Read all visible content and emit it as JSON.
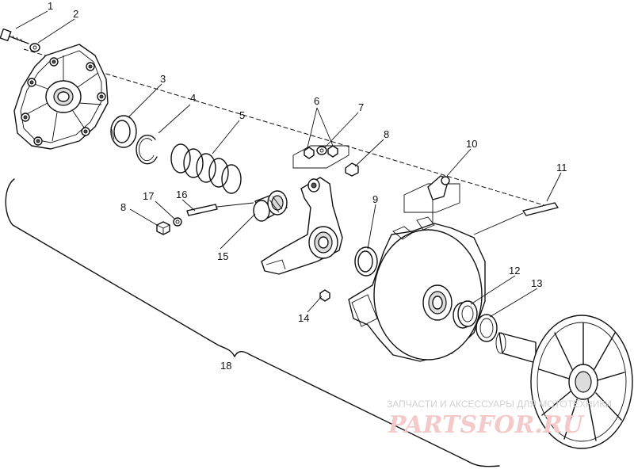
{
  "callouts": [
    "1",
    "2",
    "3",
    "4",
    "5",
    "6",
    "7",
    "8",
    "9",
    "10",
    "11",
    "12",
    "13",
    "14",
    "15",
    "16",
    "17",
    "8",
    "18"
  ],
  "watermark": {
    "caption": "ЗАПЧАСТИ И АКСЕССУАРЫ ДЛЯ МОТОТЕХНИКИ",
    "logo": "PARTSFOR.RU",
    "color": "#e8a0a0"
  },
  "colors": {
    "ink": "#111111",
    "paper": "#ffffff"
  }
}
